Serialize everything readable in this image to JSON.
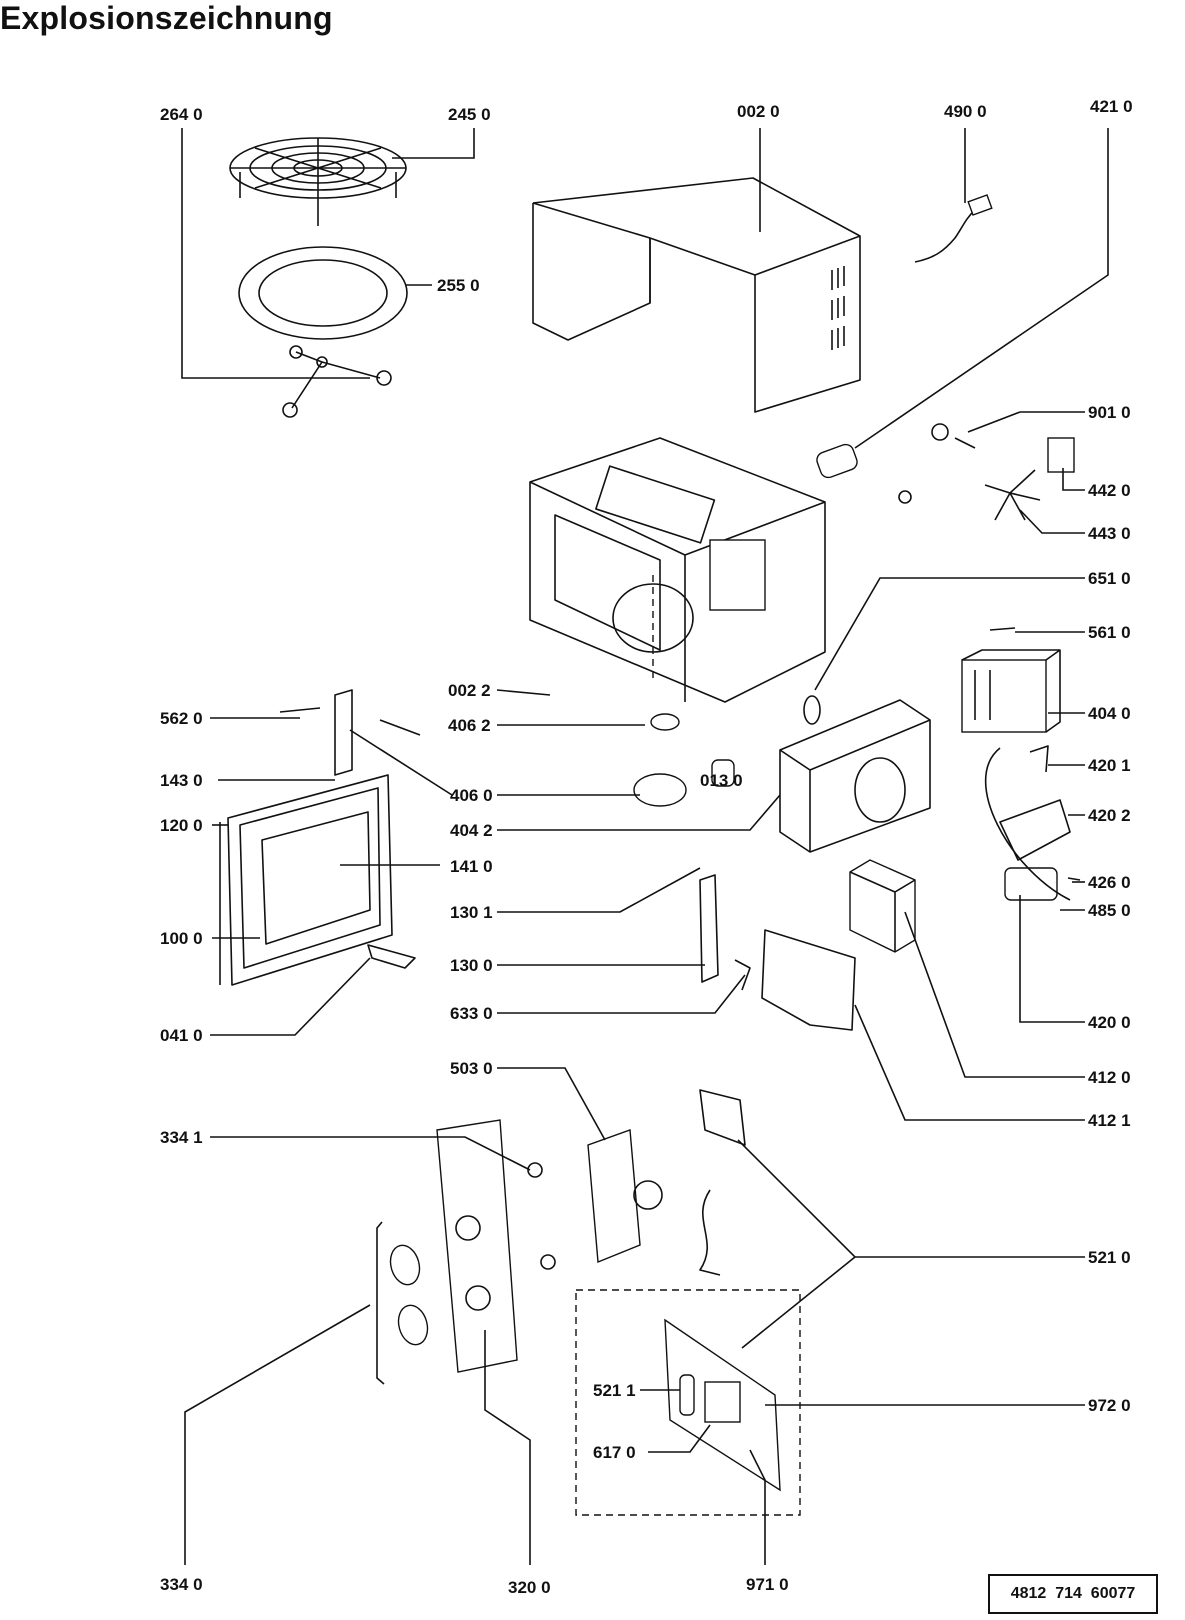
{
  "title": "Explosionszeichnung",
  "document_number": "4812  714  60077",
  "part_labels": {
    "p2640": "264 0",
    "p2450": "245 0",
    "p0020": "002 0",
    "p4900": "490 0",
    "p4210": "421 0",
    "p2550": "255 0",
    "p9010": "901 0",
    "p4420": "442 0",
    "p4430": "443 0",
    "p6510": "651 0",
    "p5610": "561 0",
    "p0022": "002 2",
    "p4062": "406 2",
    "p4040": "404 0",
    "p5620": "562 0",
    "p0130": "013 0",
    "p4201": "420 1",
    "p1430": "143 0",
    "p4060": "406 0",
    "p4202": "420 2",
    "p1200": "120 0",
    "p4042": "404 2",
    "p1410": "141 0",
    "p4260": "426 0",
    "p1301": "130 1",
    "p4850": "485 0",
    "p1000": "100 0",
    "p1300": "130 0",
    "p6330": "633 0",
    "p4200": "420 0",
    "p0410": "041 0",
    "p5030": "503 0",
    "p4120": "412 0",
    "p4121": "412 1",
    "p3341": "334 1",
    "p5210": "521 0",
    "p5211": "521 1",
    "p9720": "972 0",
    "p6170": "617  0",
    "p3340": "334 0",
    "p3200": "320 0",
    "p9710": "971 0"
  }
}
